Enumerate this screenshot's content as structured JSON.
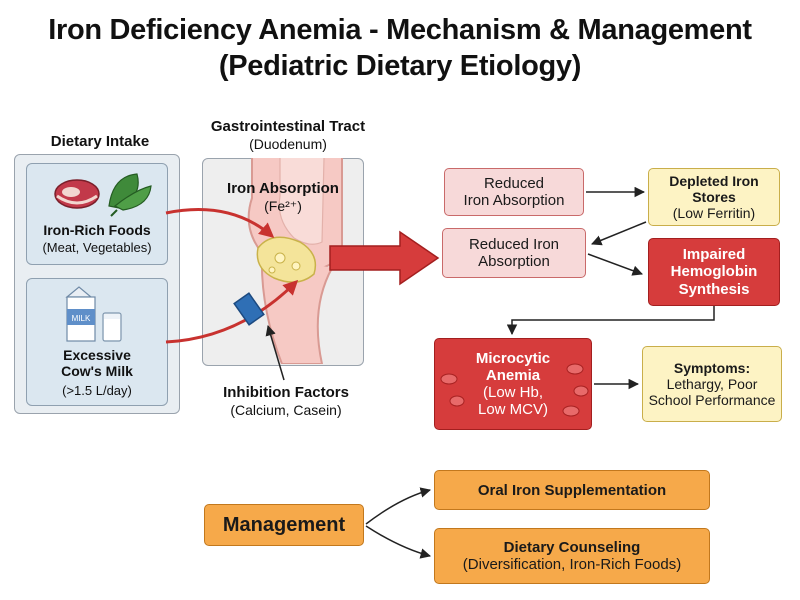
{
  "title": {
    "line1": "Iron Deficiency Anemia - Mechanism & Management",
    "line2": "(Pediatric Dietary Etiology)"
  },
  "dietary": {
    "heading": "Dietary Intake",
    "iron_foods_title": "Iron-Rich Foods",
    "iron_foods_sub": "(Meat, Vegetables)",
    "milk_title_1": "Excessive",
    "milk_title_2": "Cow's Milk",
    "milk_sub": "(>1.5 L/day)",
    "milk_carton_text": "MILK"
  },
  "gi": {
    "heading": "Gastrointestinal Tract",
    "subheading": "(Duodenum)",
    "absorption_label": "Iron Absorption",
    "absorption_ion": "(Fe²⁺)",
    "inhibition_title": "Inhibition Factors",
    "inhibition_sub": "(Calcium, Casein)"
  },
  "flow": {
    "reduced_absorption_1": {
      "line1": "Reduced",
      "line2": "Iron Absorption"
    },
    "reduced_absorption_2": {
      "line1": "Reduced Iron",
      "line2": "Absorption"
    },
    "depleted_stores": {
      "line1": "Depleted Iron",
      "line2": "Stores",
      "line3": "(Low Ferritin)"
    },
    "impaired_synthesis": {
      "line1": "Impaired",
      "line2": "Hemoglobin",
      "line3": "Synthesis"
    },
    "microcytic_anemia": {
      "line1": "Microcytic",
      "line2": "Anemia",
      "line3": "(Low Hb,",
      "line4": "Low MCV)"
    },
    "symptoms": {
      "line1": "Symptoms:",
      "line2": "Lethargy, Poor",
      "line3": "School Performance"
    }
  },
  "management": {
    "label": "Management",
    "oral_iron": "Oral Iron Supplementation",
    "counseling_title": "Dietary Counseling",
    "counseling_sub": "(Diversification, Iron-Rich Foods)"
  },
  "colors": {
    "pink_box": "#f7d9d9",
    "yellow_box": "#fdf3c4",
    "red_box": "#d63c3c",
    "orange_box": "#f6a94a",
    "arrow_red": "#c8322f",
    "inhibitor_blue": "#2f6fb5"
  }
}
